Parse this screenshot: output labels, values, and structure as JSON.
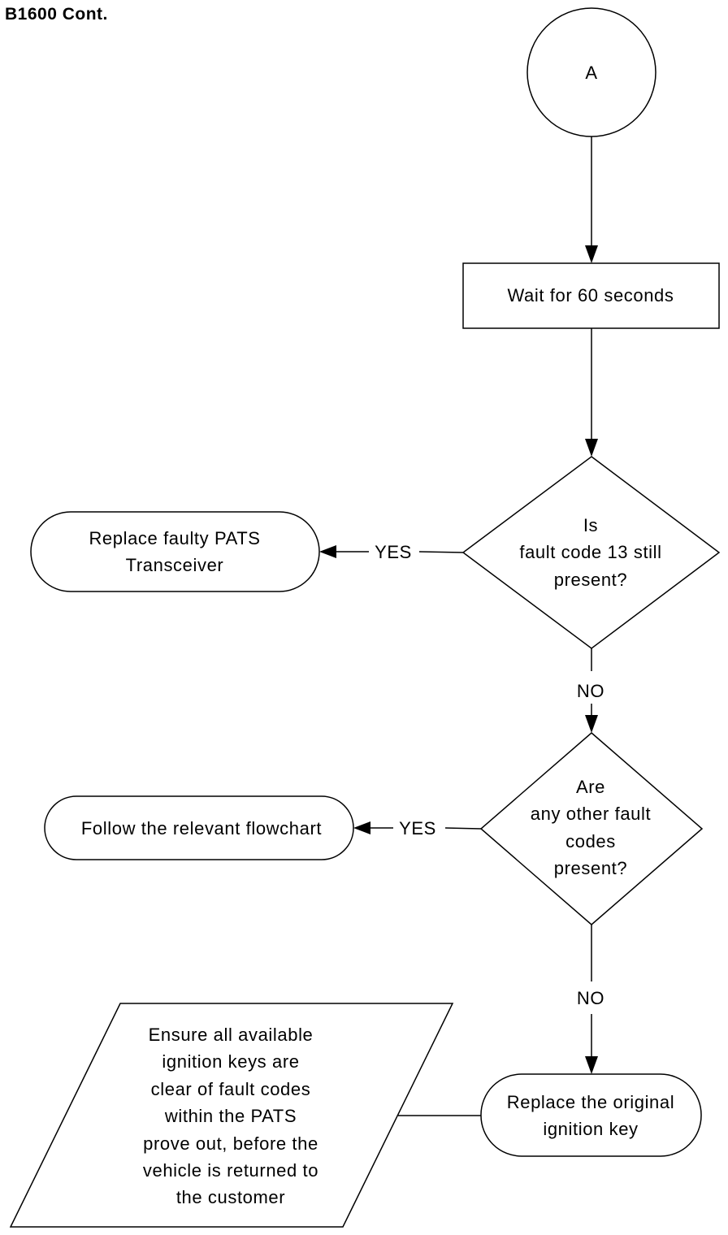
{
  "title": "B1600 Cont.",
  "nodes": {
    "connector": "A",
    "wait": "Wait for 60 seconds",
    "decision1": [
      "Is",
      "fault code 13 still",
      "present?"
    ],
    "replace_transceiver": [
      "Replace faulty PATS",
      "Transceiver"
    ],
    "decision2": [
      "Are",
      "any other fault",
      "codes",
      "present?"
    ],
    "follow_flowchart": "Follow the relevant flowchart",
    "replace_key": [
      "Replace the original",
      "ignition key"
    ],
    "note": [
      "Ensure all available",
      "ignition keys are",
      "clear of fault codes",
      "within the PATS",
      "prove out, before the",
      "vehicle is returned to",
      "the customer"
    ]
  },
  "edges": {
    "decision1_yes": "YES",
    "decision1_no": "NO",
    "decision2_yes": "YES",
    "decision2_no": "NO"
  }
}
